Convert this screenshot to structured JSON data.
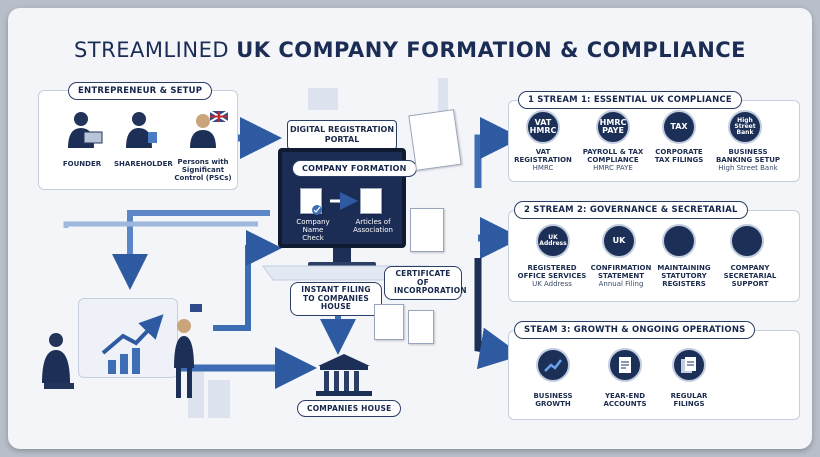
{
  "title_light": "STREAMLINED",
  "title_bold": "UK COMPANY FORMATION & COMPLIANCE",
  "setup": {
    "header": "ENTREPRENEUR & SETUP",
    "people": [
      {
        "label": "FOUNDER"
      },
      {
        "label": "SHAREHOLDER"
      },
      {
        "label": "Persons with Significant Control (PSCs)"
      }
    ]
  },
  "portal": {
    "header": "DIGITAL REGISTRATION PORTAL",
    "screen_title": "COMPANY FORMATION",
    "step1": "Company Name Check",
    "step2": "Articles of Association"
  },
  "certificate": "CERTIFICATE OF INCORPORATION",
  "instant_filing": "INSTANT FILING TO COMPANIES HOUSE",
  "companies_house": "COMPANIES HOUSE",
  "stream1": {
    "header": "1 STREAM 1: ESSENTIAL UK COMPLIANCE",
    "items": [
      {
        "icon_text": "VAT HMRC",
        "label": "VAT REGISTRATION",
        "sub": "HMRC"
      },
      {
        "icon_text": "HMRC PAYE",
        "label": "PAYROLL & TAX COMPLIANCE",
        "sub": "HMRC PAYE"
      },
      {
        "icon_text": "TAX",
        "label": "CORPORATE TAX FILINGS",
        "sub": ""
      },
      {
        "icon_text": "High Street Bank",
        "label": "BUSINESS BANKING SETUP",
        "sub": "High Street Bank"
      }
    ]
  },
  "stream2": {
    "header": "2 STREAM 2: GOVERNANCE & SECRETARIAL",
    "items": [
      {
        "icon_text": "UK Address",
        "label": "REGISTERED OFFICE SERVICES",
        "sub": "UK Address"
      },
      {
        "icon_text": "UK",
        "label": "CONFIRMATION STATEMENT",
        "sub": "Annual Filing"
      },
      {
        "icon_text": "",
        "label": "MAINTAINING STATUTORY REGISTERS",
        "sub": ""
      },
      {
        "icon_text": "",
        "label": "COMPANY SECRETARIAL SUPPORT",
        "sub": ""
      }
    ]
  },
  "stream3": {
    "header": "STEAM 3: GROWTH & ONGOING OPERATIONS",
    "items": [
      {
        "label": "BUSINESS GROWTH"
      },
      {
        "label": "YEAR-END ACCOUNTS"
      },
      {
        "label": "REGULAR FILINGS"
      }
    ]
  },
  "colors": {
    "navy": "#1c2f57",
    "arrow_blue": "#3d6db5",
    "panel_bg": "#ffffff"
  }
}
